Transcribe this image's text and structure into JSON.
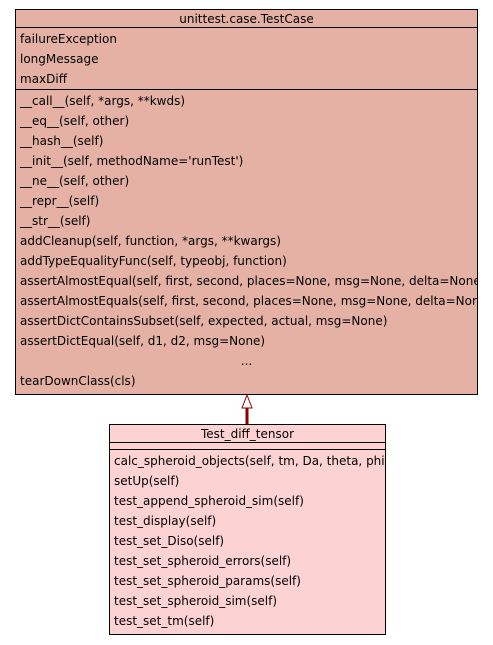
{
  "colors": {
    "base_fill": "#e4b1a4",
    "derived_fill": "#fdd2d2",
    "arrow": "#8b0000",
    "border": "#000000"
  },
  "base_class": {
    "name": "unittest.case.TestCase",
    "attributes": [
      "failureException",
      "longMessage",
      "maxDiff"
    ],
    "methods": [
      "__call__(self, *args, **kwds)",
      "__eq__(self, other)",
      "__hash__(self)",
      "__init__(self, methodName='runTest')",
      "__ne__(self, other)",
      "__repr__(self)",
      "__str__(self)",
      "addCleanup(self, function, *args, **kwargs)",
      "addTypeEqualityFunc(self, typeobj, function)",
      "assertAlmostEqual(self, first, second, places=None, msg=None, delta=None)",
      "assertAlmostEquals(self, first, second, places=None, msg=None, delta=None)",
      "assertDictContainsSubset(self, expected, actual, msg=None)",
      "assertDictEqual(self, d1, d2, msg=None)"
    ],
    "ellipsis": "...",
    "methods_after_ellipsis": [
      "tearDownClass(cls)"
    ]
  },
  "derived_class": {
    "name": "Test_diff_tensor",
    "methods": [
      "calc_spheroid_objects(self, tm, Da, theta, phi)",
      "setUp(self)",
      "test_append_spheroid_sim(self)",
      "test_display(self)",
      "test_set_Diso(self)",
      "test_set_spheroid_errors(self)",
      "test_set_spheroid_params(self)",
      "test_set_spheroid_sim(self)",
      "test_set_tm(self)"
    ]
  },
  "relationship": {
    "type": "inheritance"
  }
}
